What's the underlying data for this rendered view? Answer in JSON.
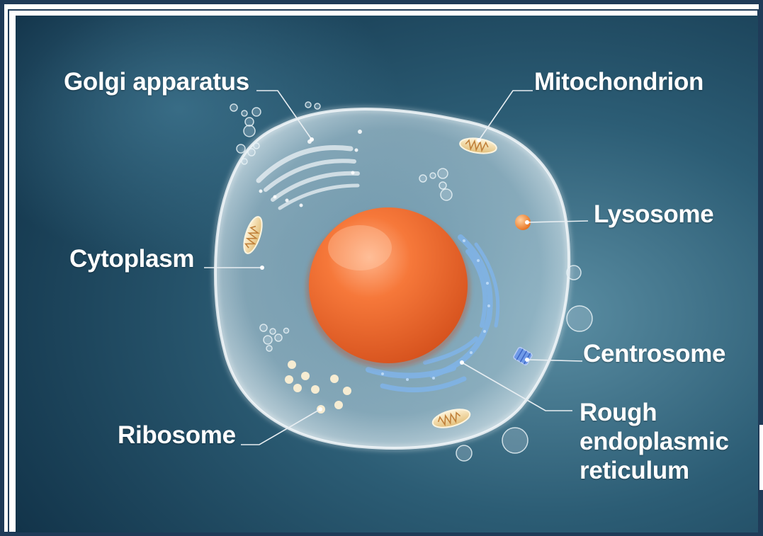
{
  "labels": {
    "golgi": "Golgi apparatus",
    "mitochondrion": "Mitochondrion",
    "lysosome": "Lysosome",
    "cytoplasm": "Cytoplasm",
    "centrosome": "Centrosome",
    "rough_er_line1": "Rough",
    "rough_er_line2": "endoplasmic",
    "rough_er_line3": "reticulum",
    "ribosome": "Ribosome"
  },
  "colors": {
    "background_dark": "#163a50",
    "background_light": "#4f7f95",
    "frame_border": "#1f3b58",
    "cell_membrane": "#dce8ee",
    "nucleus": "#f0682c",
    "rough_er": "#7aaee0",
    "mitochondrion": "#e8c98a",
    "lysosome": "#f08a30",
    "centrosome": "#5a8de0",
    "ribosome": "#f5ead0",
    "label_text": "#ffffff"
  },
  "icons": [
    "cell-membrane-shape",
    "nucleus-sphere",
    "rough-er-shape",
    "golgi-shape",
    "mitochondrion-shape",
    "lysosome-sphere",
    "centrosome-shape",
    "ribosome-dots",
    "vesicle-bubbles"
  ]
}
